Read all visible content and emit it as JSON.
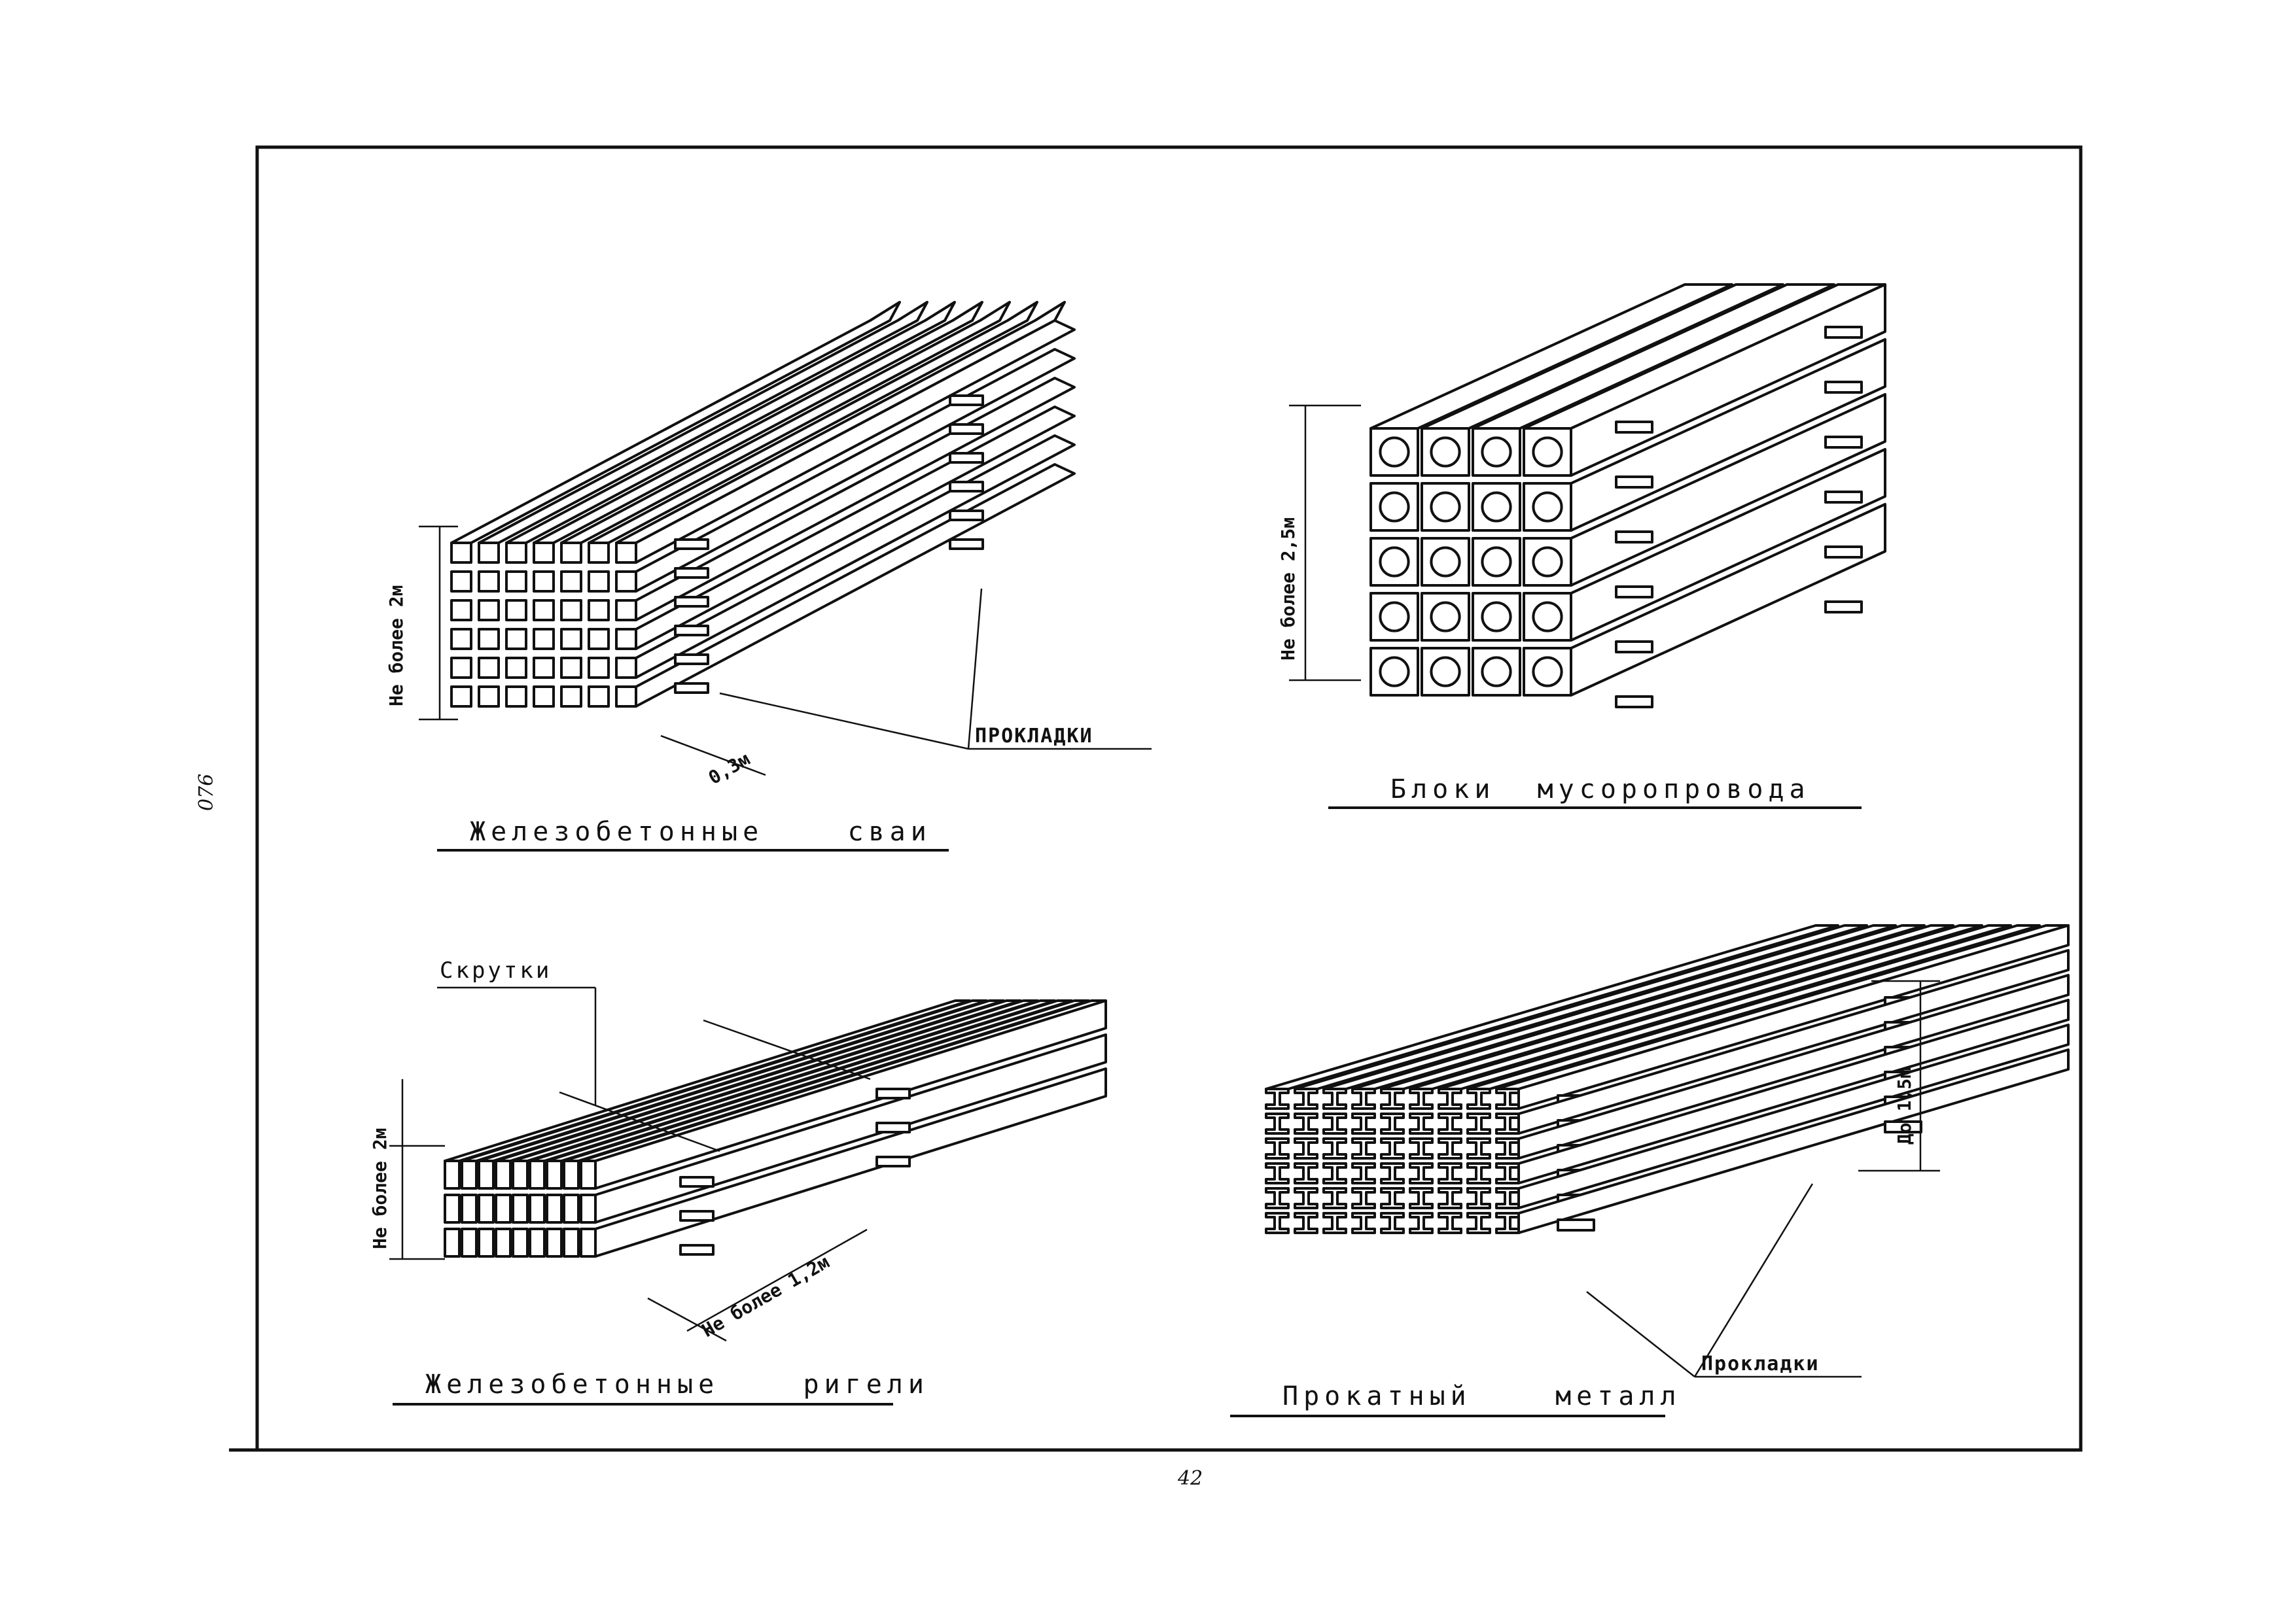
{
  "sheet": {
    "page_number": "42",
    "margin_note": "076"
  },
  "panels": [
    {
      "caption": "Железобетонные    сваи",
      "height_note": "Не более 2м",
      "gap_note": "0,3м",
      "callout": "ПРОКЛАДКИ"
    },
    {
      "caption": "Блоки  мусоропровода",
      "height_note": "Не более 2,5м"
    },
    {
      "caption": "Железобетонные    ригели",
      "height_note": "Не более 2м",
      "depth_note": "Не более 1,2м",
      "callout": "Скрутки"
    },
    {
      "caption": "Прокатный    металл",
      "height_note": "До 1,5м",
      "callout": "Прокладки"
    }
  ]
}
